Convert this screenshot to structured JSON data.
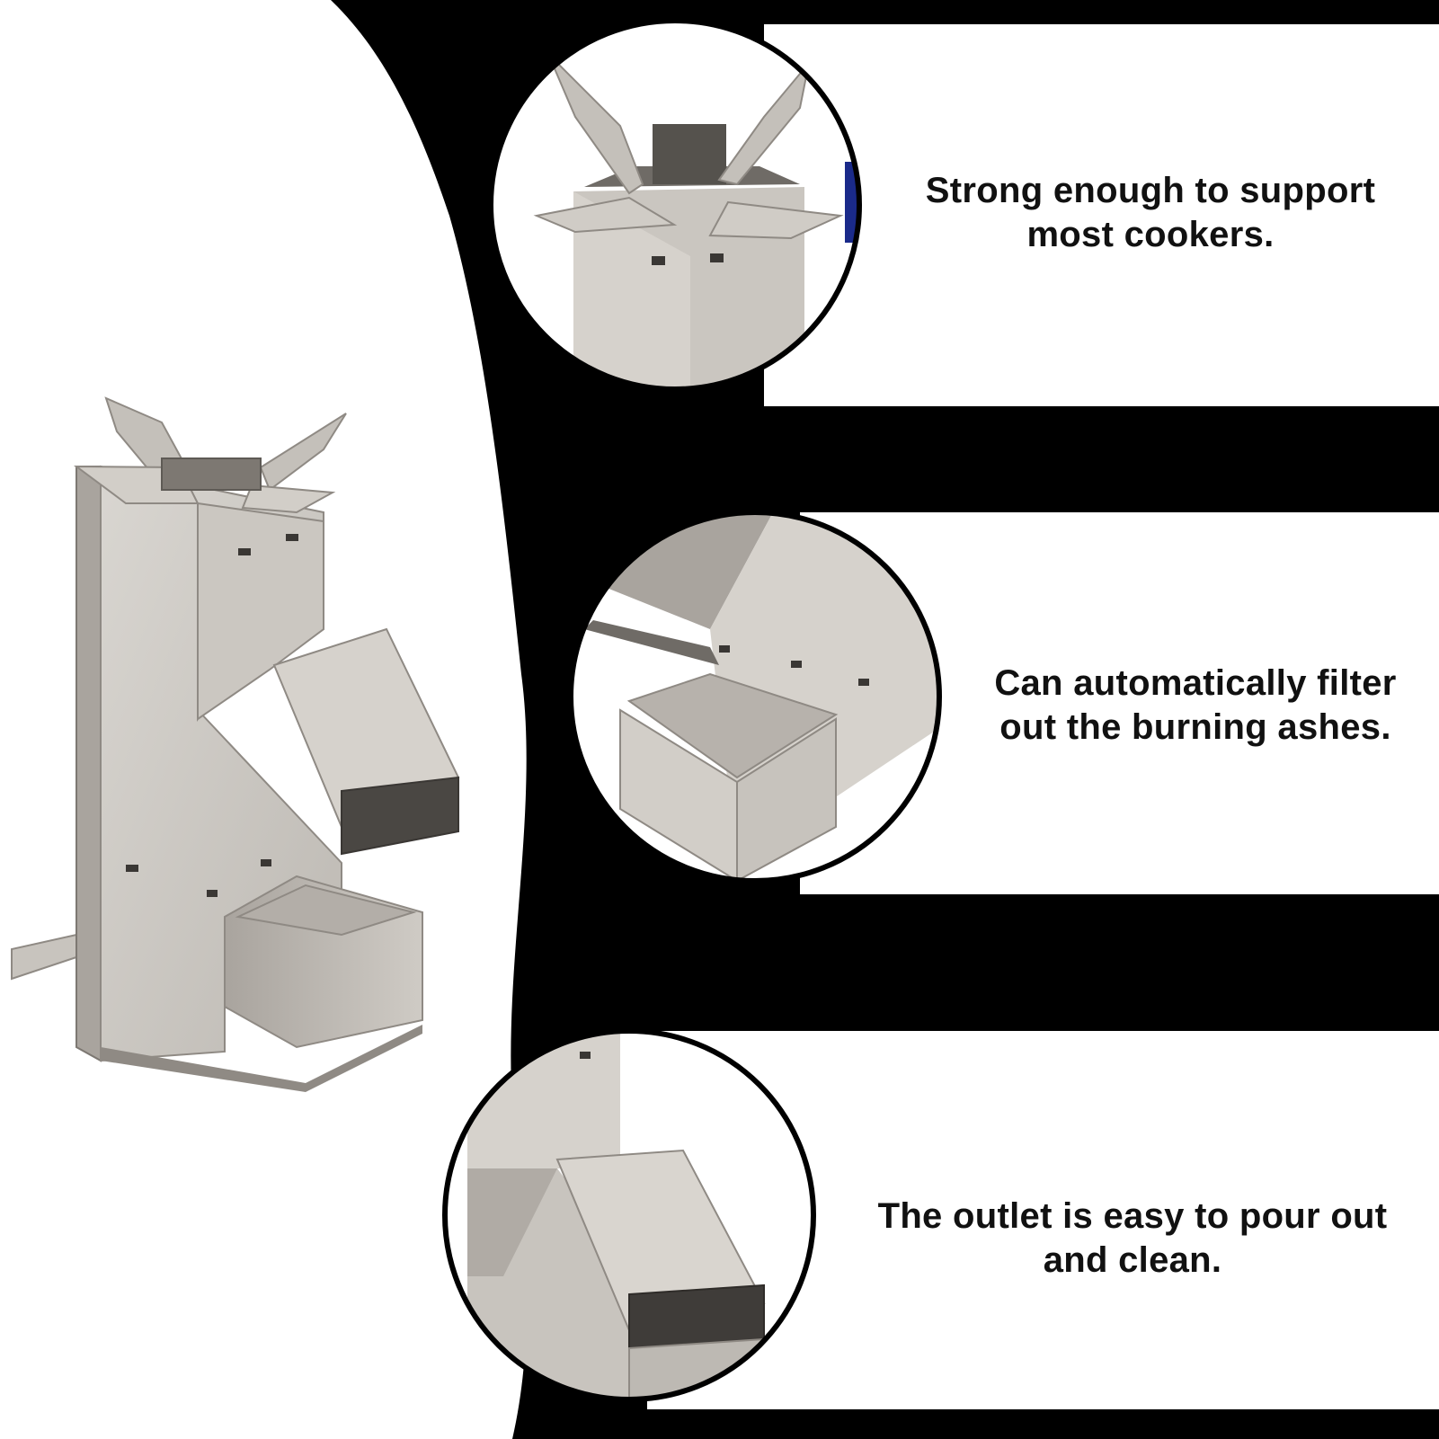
{
  "captions": [
    {
      "line1": "Strong enough to support",
      "line2": "most cookers."
    },
    {
      "line1": "Can automatically filter",
      "line2": "out the burning ashes."
    },
    {
      "line1": "The outlet is easy to pour out",
      "line2": "and clean."
    }
  ],
  "colors": {
    "background": "#ffffff",
    "band": "#000000",
    "steel_light": "#d9d6d1",
    "steel_mid": "#bdb9b3",
    "steel_dark": "#8f8a84",
    "text": "#111111"
  }
}
